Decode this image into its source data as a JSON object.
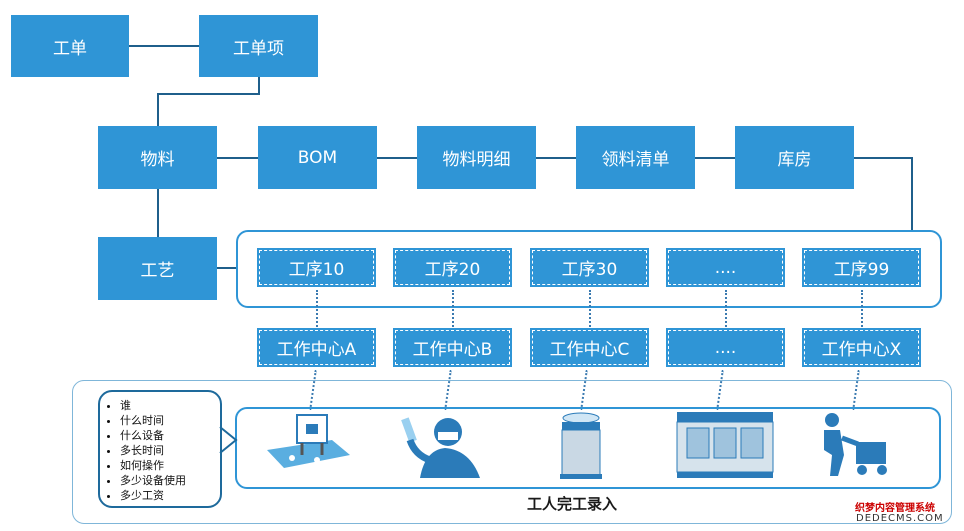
{
  "top": {
    "workorder": "工单",
    "workorder_item": "工单项"
  },
  "material_row": [
    "物料",
    "BOM",
    "物料明细",
    "领料清单",
    "库房"
  ],
  "process": "工艺",
  "steps": [
    "工序10",
    "工序20",
    "工序30",
    "....",
    "工序99"
  ],
  "centers": [
    "工作中心A",
    "工作中心B",
    "工作中心C",
    "....",
    "工作中心X"
  ],
  "note_items": [
    "谁",
    "什么时间",
    "什么设备",
    "多长时间",
    "如何操作",
    "多少设备使用",
    "多少工资"
  ],
  "caption": "工人完工录入",
  "watermark": {
    "line1": "织梦内容管理系统",
    "line2": "DEDECMS.COM"
  },
  "colors": {
    "box": "#2f95d6",
    "line": "#1f5f8b"
  }
}
